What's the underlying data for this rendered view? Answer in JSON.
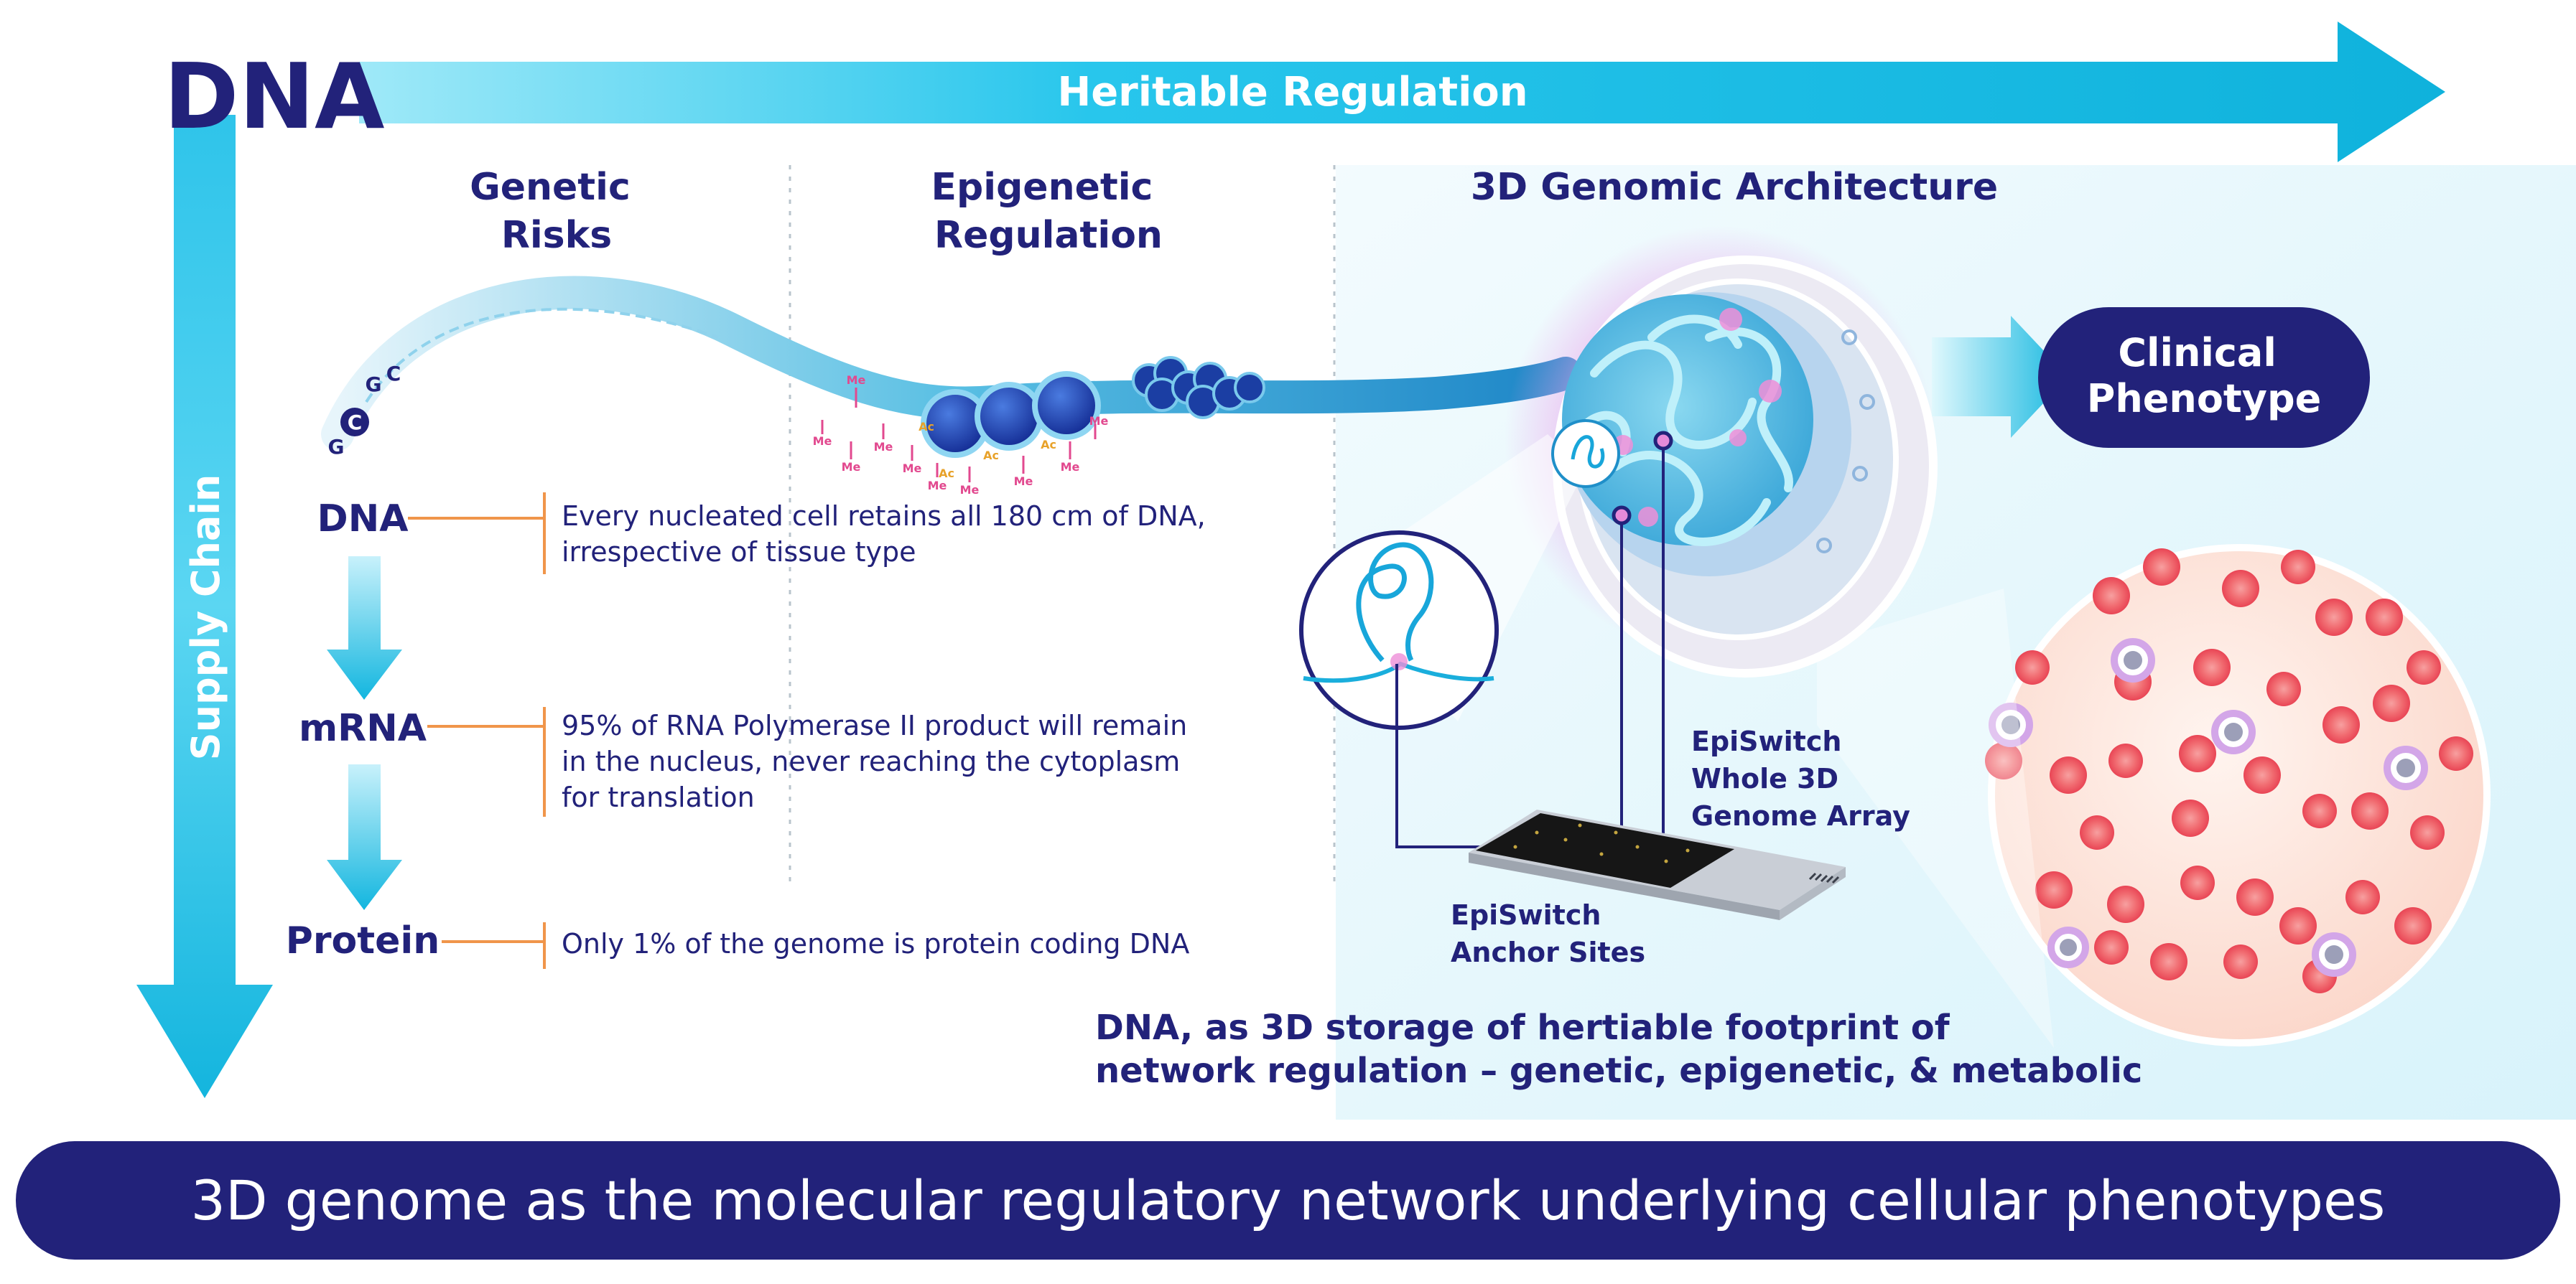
{
  "top_arrow": {
    "dna_label": "DNA",
    "label": "Heritable Regulation"
  },
  "side_arrow": {
    "label": "Supply Chain"
  },
  "columns": {
    "genetic": [
      "Genetic",
      "Risks"
    ],
    "epigenetic": [
      "Epigenetic",
      "Regulation"
    ],
    "architecture": "3D Genomic Architecture"
  },
  "dna_strand": {
    "bases": [
      "G",
      "C",
      "C",
      "G"
    ],
    "marks": [
      "Me",
      "Me",
      "Me",
      "Me",
      "Me",
      "Me",
      "Me",
      "Me",
      "Me",
      "Me",
      "Ac",
      "Ac",
      "Ac",
      "Ac"
    ]
  },
  "flow": [
    {
      "label": "DNA",
      "text": [
        "Every nucleated cell retains all 180 cm of DNA,",
        "irrespective of tissue type"
      ]
    },
    {
      "label": "mRNA",
      "text": [
        "95% of RNA Polymerase II product will remain",
        "in the nucleus, never reaching the cytoplasm",
        "for translation"
      ]
    },
    {
      "label": "Protein",
      "text": [
        "Only 1% of the genome is protein coding DNA"
      ]
    }
  ],
  "clinical_phenotype": [
    "Clinical",
    "Phenotype"
  ],
  "array_label": [
    "EpiSwitch",
    "Whole 3D",
    "Genome Array"
  ],
  "anchor_label": [
    "EpiSwitch",
    "Anchor Sites"
  ],
  "storage_text": [
    "DNA, as 3D storage of hertiable footprint of",
    "network regulation – genetic, epigenetic, & metabolic"
  ],
  "banner": "3D genome as the molecular regulatory network underlying cellular phenotypes",
  "colors": {
    "navy": "#22227a",
    "cyan": "#16b8e0",
    "orange": "#f0954a",
    "pink": "#e2498f"
  }
}
